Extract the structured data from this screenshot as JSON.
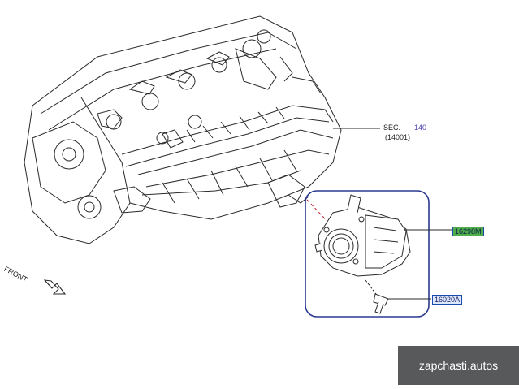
{
  "callouts": {
    "sec_word": "SEC.",
    "sec_number": "140",
    "sec_ref": "(14001)",
    "part_throttle_body": "16298M",
    "part_bolt": "16020A"
  },
  "front_label": "FRONT",
  "watermark": "zapchasti.autos",
  "colors": {
    "line": "#2a2a2a",
    "frame": "#2b3a8f",
    "tag_green": "#4fae4a",
    "tag_blue_fill": "#dbe8fb",
    "sec_number": "#4a3fb0",
    "watermark_bg": "#58595b"
  }
}
